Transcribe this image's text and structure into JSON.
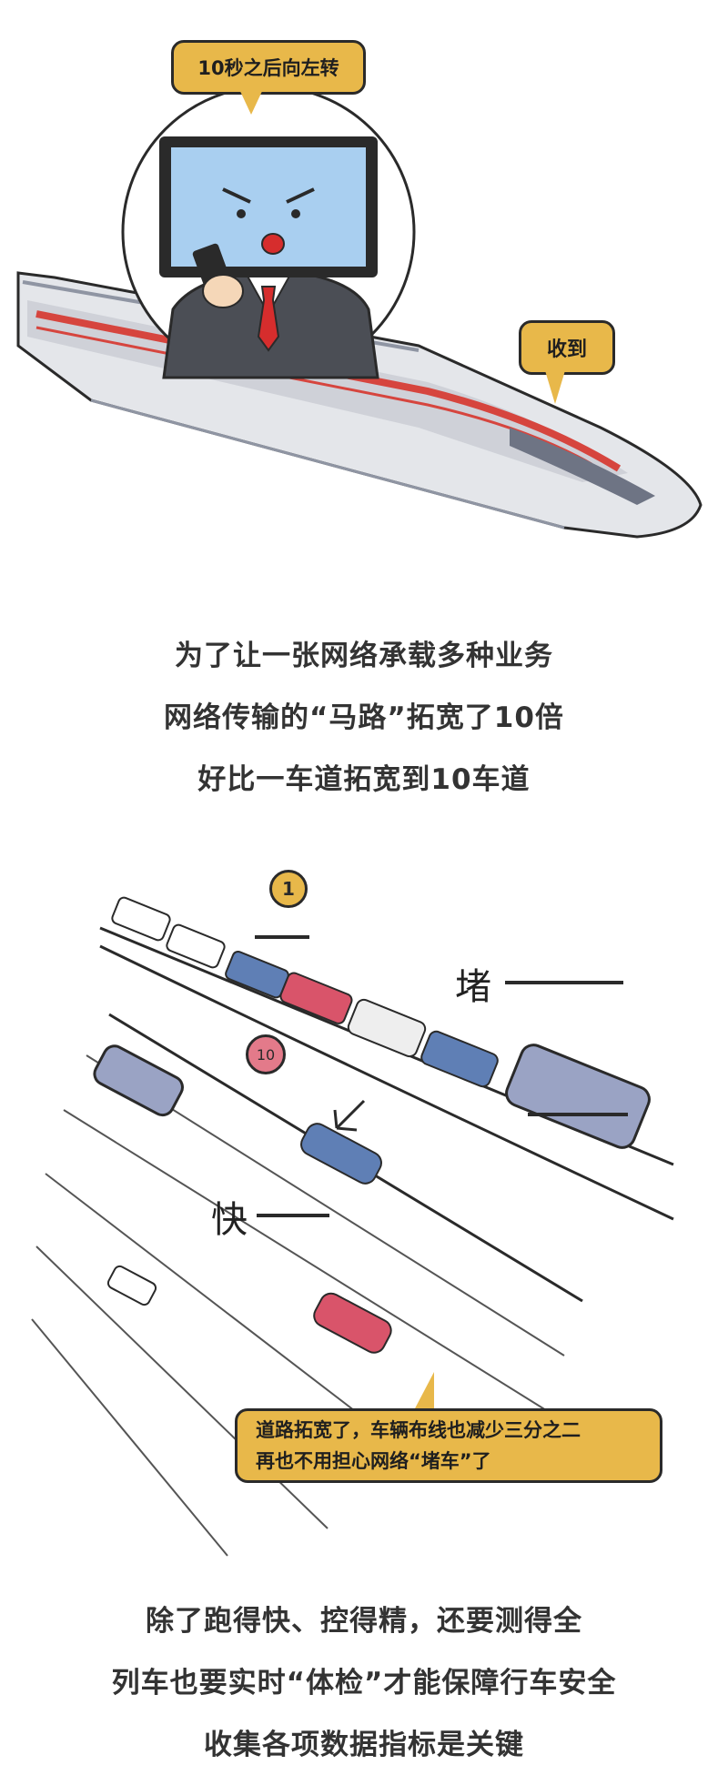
{
  "scene1": {
    "speech_driver": "10秒之后向左转",
    "speech_train": "收到"
  },
  "captions_1": [
    "为了让一张网络承载多种业务",
    "网络传输的“马路”拓宽了10倍",
    "好比一车道拓宽到10车道"
  ],
  "scene2": {
    "badge_1": "1",
    "badge_10": "10",
    "label_jam": "堵",
    "label_fast": "快",
    "speech_lines": [
      "道路拓宽了，车辆布线也减少三分之二",
      "再也不用担心网络“堵车”了"
    ]
  },
  "captions_2": [
    "除了跑得快、控得精，还要测得全",
    "列车也要实时“体检”才能保障行车安全",
    "收集各项数据指标是关键"
  ],
  "colors": {
    "bubble": "#e8b84a",
    "screen_blue": "#a9cff0",
    "train_red": "#d6453e",
    "car_red": "#d9546a",
    "car_blue": "#5f7fb5"
  }
}
